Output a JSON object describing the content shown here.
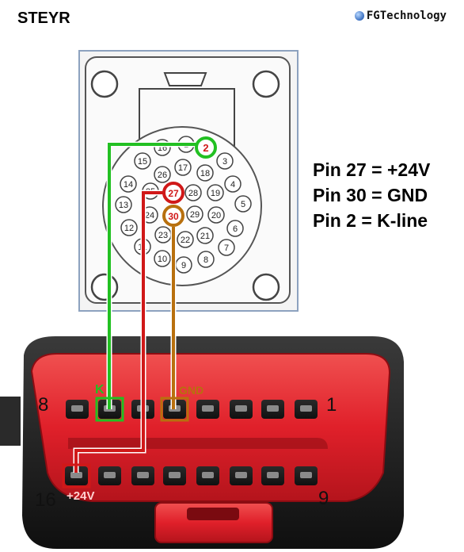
{
  "header": {
    "brand": "STEYR",
    "logo_text": "FGTechnology",
    "logo_icon": "globe-icon"
  },
  "legend": [
    "Pin 27 = +24V",
    "Pin 30 = GND",
    "Pin 2 = K-line"
  ],
  "connector_pins": [
    {
      "label": "16"
    },
    {
      "label": "1"
    },
    {
      "label": "3"
    },
    {
      "label": "15"
    },
    {
      "label": "17"
    },
    {
      "label": "18"
    },
    {
      "label": "26"
    },
    {
      "label": "4"
    },
    {
      "label": "14"
    },
    {
      "label": "25"
    },
    {
      "label": "28"
    },
    {
      "label": "19"
    },
    {
      "label": "13"
    },
    {
      "label": "24"
    },
    {
      "label": "29"
    },
    {
      "label": "20"
    },
    {
      "label": "5"
    },
    {
      "label": "12"
    },
    {
      "label": "23"
    },
    {
      "label": "22"
    },
    {
      "label": "21"
    },
    {
      "label": "6"
    },
    {
      "label": "11"
    },
    {
      "label": "7"
    },
    {
      "label": "10"
    },
    {
      "label": "9"
    },
    {
      "label": "8"
    }
  ],
  "highlighted_pins": {
    "k_line": "2",
    "power": "27",
    "ground": "30"
  },
  "obd": {
    "top_left_number": "8",
    "top_right_number": "1",
    "bottom_left_number": "16",
    "bottom_right_number": "9",
    "k_label": "K",
    "gnd_label": "GND",
    "pwr_label": "+24V"
  },
  "colors": {
    "k_line": "#22c022",
    "power": "#d01818",
    "ground": "#b8700e",
    "obd_body": "#e0202a",
    "obd_shell": "#1e1e1e"
  }
}
